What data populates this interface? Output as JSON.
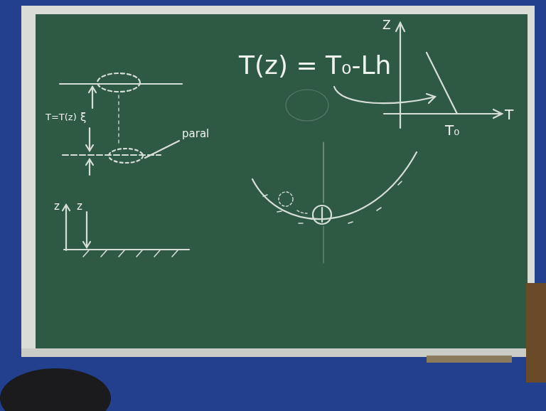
{
  "diagram": {
    "labels": [
      "T(z) = T₀-Lh",
      "Z",
      "T₀",
      "T",
      "T=T(z)",
      "ξ",
      "paral",
      "z",
      "z"
    ]
  }
}
